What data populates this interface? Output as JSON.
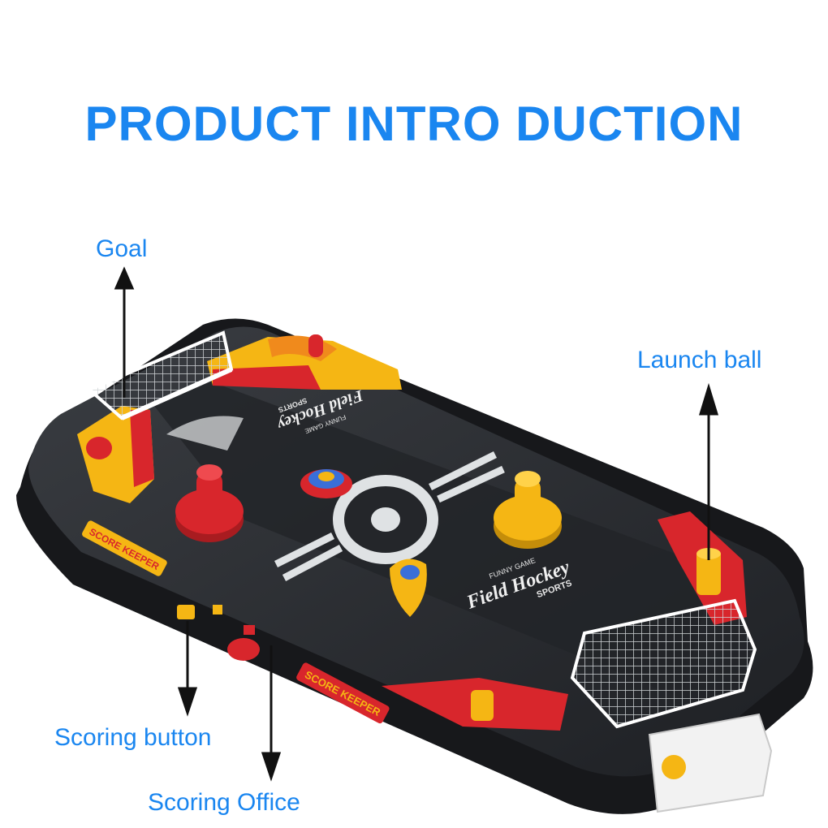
{
  "title": "PRODUCT INTRO DUCTION",
  "labels": {
    "goal": "Goal",
    "launch_ball": "Launch ball",
    "scoring_button": "Scoring button",
    "scoring_office": "Scoring Office"
  },
  "board_text": {
    "score_keeper_left": "SCORE KEEPER",
    "score_keeper_bottom": "SCORE KEEPER",
    "logo_top_line": "FUNNY GAME",
    "logo_main": "Field Hockey",
    "logo_sub": "SPORTS",
    "logo2_top_line": "FUNNY GAME",
    "logo2_main": "Field Hockey",
    "logo2_sub": "SPORTS"
  },
  "colors": {
    "accent": "#1a86f0",
    "board": "#2b2d31",
    "red": "#d8262c",
    "yellow": "#f5b614"
  }
}
